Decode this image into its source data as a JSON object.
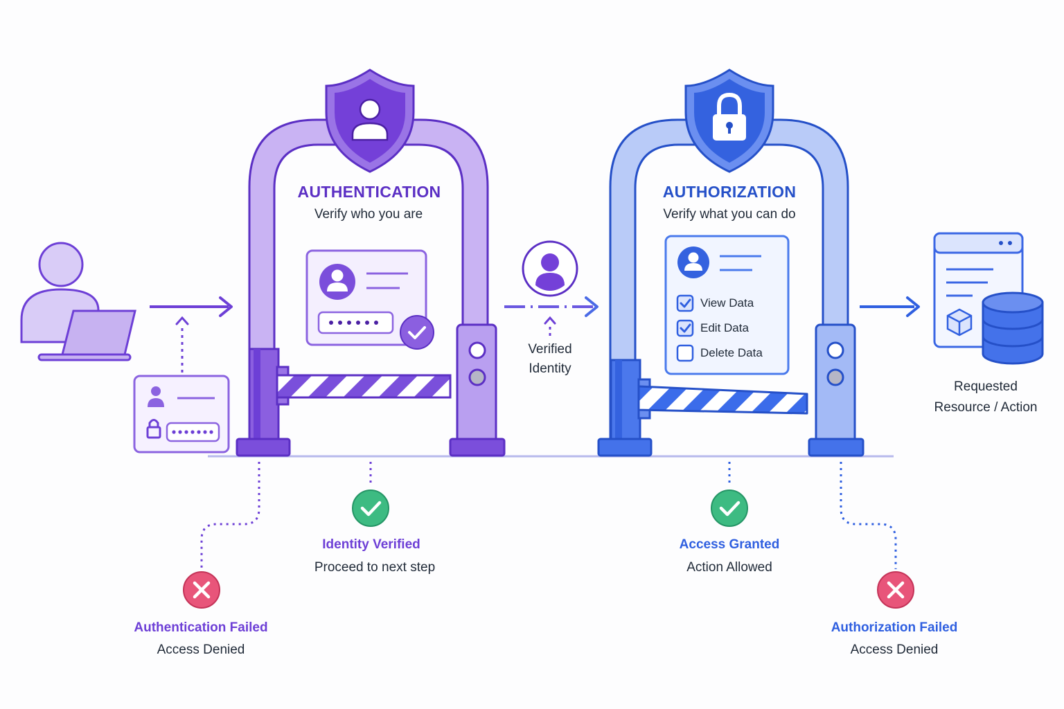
{
  "colors": {
    "auth_primary": "#6d3fd6",
    "auth_light": "#c9b3f3",
    "authz_primary": "#2f5fe0",
    "authz_light": "#b9cbf8",
    "success": "#34b27a",
    "failure": "#e04a6a",
    "text": "#1f2937"
  },
  "authentication": {
    "title": "AUTHENTICATION",
    "subtitle": "Verify who you are",
    "icon": "shield-user-icon"
  },
  "verified_identity": {
    "label_line1": "Verified",
    "label_line2": "Identity"
  },
  "authorization": {
    "title": "AUTHORIZATION",
    "subtitle": "Verify what you can do",
    "icon": "shield-lock-icon",
    "permissions": [
      {
        "label": "View Data",
        "checked": true
      },
      {
        "label": "Edit Data",
        "checked": true
      },
      {
        "label": "Delete Data",
        "checked": false
      }
    ]
  },
  "resource": {
    "label_line1": "Requested",
    "label_line2": "Resource / Action"
  },
  "outcomes": {
    "identity_verified": {
      "title": "Identity Verified",
      "subtitle": "Proceed to next step"
    },
    "authentication_failed": {
      "title": "Authentication Failed",
      "subtitle": "Access Denied"
    },
    "access_granted": {
      "title": "Access Granted",
      "subtitle": "Action Allowed"
    },
    "authorization_failed": {
      "title": "Authorization Failed",
      "subtitle": "Access Denied"
    }
  }
}
